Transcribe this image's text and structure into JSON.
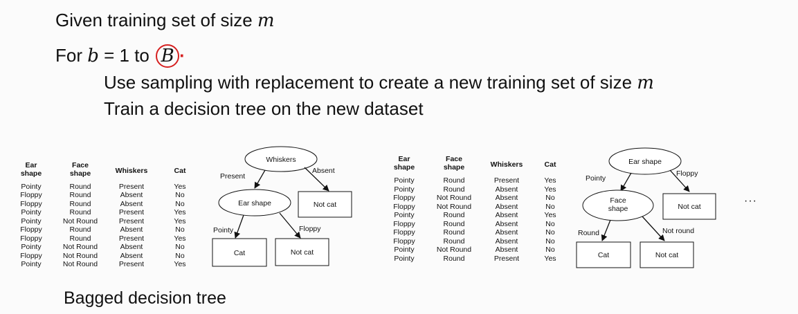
{
  "heading": {
    "given_prefix": "Given training set of size ",
    "m": "m",
    "for_prefix": "For ",
    "b": "b",
    "eq": " = 1 to ",
    "B": "B"
  },
  "steps": [
    {
      "text": "Use sampling with replacement to create a new training set of size ",
      "var": "m"
    },
    {
      "text": "Train a decision tree on the new dataset",
      "var": ""
    }
  ],
  "footer": "Bagged decision tree",
  "ellipsis": "···",
  "tables": [
    {
      "headers": [
        [
          "Ear",
          "shape"
        ],
        [
          "Face",
          "shape"
        ],
        [
          "Whiskers"
        ],
        [
          "Cat"
        ]
      ],
      "rows": [
        [
          "Pointy",
          "Round",
          "Present",
          "Yes"
        ],
        [
          "Floppy",
          "Round",
          "Absent",
          "No"
        ],
        [
          "Floppy",
          "Round",
          "Absent",
          "No"
        ],
        [
          "Pointy",
          "Round",
          "Present",
          "Yes"
        ],
        [
          "Pointy",
          "Not Round",
          "Present",
          "Yes"
        ],
        [
          "Floppy",
          "Round",
          "Absent",
          "No"
        ],
        [
          "Floppy",
          "Round",
          "Present",
          "Yes"
        ],
        [
          "Pointy",
          "Not Round",
          "Absent",
          "No"
        ],
        [
          "Floppy",
          "Not Round",
          "Absent",
          "No"
        ],
        [
          "Pointy",
          "Not Round",
          "Present",
          "Yes"
        ]
      ]
    },
    {
      "headers": [
        [
          "Ear",
          "shape"
        ],
        [
          "Face",
          "shape"
        ],
        [
          "Whiskers"
        ],
        [
          "Cat"
        ]
      ],
      "rows": [
        [
          "Pointy",
          "Round",
          "Present",
          "Yes"
        ],
        [
          "Pointy",
          "Round",
          "Absent",
          "Yes"
        ],
        [
          "Floppy",
          "Not Round",
          "Absent",
          "No"
        ],
        [
          "Floppy",
          "Not Round",
          "Absent",
          "No"
        ],
        [
          "Pointy",
          "Round",
          "Absent",
          "Yes"
        ],
        [
          "Floppy",
          "Round",
          "Absent",
          "No"
        ],
        [
          "Floppy",
          "Round",
          "Absent",
          "No"
        ],
        [
          "Floppy",
          "Round",
          "Absent",
          "No"
        ],
        [
          "Pointy",
          "Not Round",
          "Absent",
          "No"
        ],
        [
          "Pointy",
          "Round",
          "Present",
          "Yes"
        ]
      ]
    }
  ],
  "trees": [
    {
      "root": "Whiskers",
      "root_left_edge": "Present",
      "root_right_edge": "Absent",
      "inner": [
        "Ear shape"
      ],
      "inner_left_edge": "Pointy",
      "inner_right_edge": "Floppy",
      "leaf_right": "Not cat",
      "leaf_ll": "Cat",
      "leaf_lr": "Not cat"
    },
    {
      "root": "Ear shape",
      "root_left_edge": "Pointy",
      "root_right_edge": "Floppy",
      "inner": [
        "Face",
        "shape"
      ],
      "inner_left_edge": "Round",
      "inner_right_edge": "Not round",
      "leaf_right": "Not cat",
      "leaf_ll": "Cat",
      "leaf_lr": "Not cat"
    }
  ]
}
